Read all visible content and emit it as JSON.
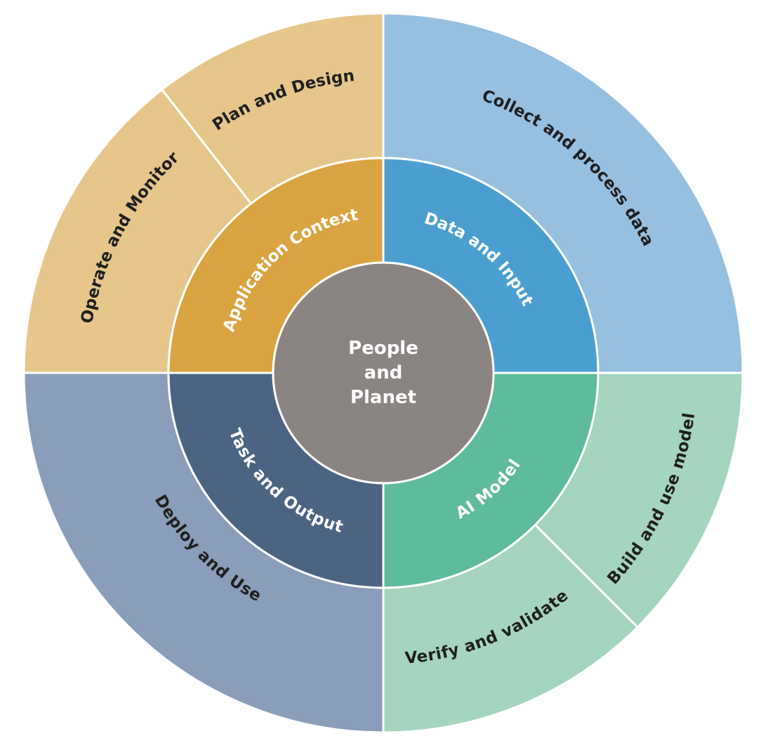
{
  "center": {
    "lines": [
      "People",
      "and",
      "Planet"
    ],
    "fill": "#8a8582",
    "text_color": "#ffffff"
  },
  "inner_ring": [
    {
      "label": "Application Context",
      "fill": "#d9a441",
      "text_color": "#ffffff"
    },
    {
      "label": "Data and Input",
      "fill": "#4b9fd0",
      "text_color": "#ffffff"
    },
    {
      "label": "AI Model",
      "fill": "#5fbb9d",
      "text_color": "#ffffff"
    },
    {
      "label": "Task and Output",
      "fill": "#4b6482",
      "text_color": "#ffffff"
    }
  ],
  "outer_ring": [
    {
      "label": "Operate and Monitor",
      "fill": "#e6c68b",
      "text_color": "#1f1f1f"
    },
    {
      "label": "Plan and Design",
      "fill": "#e6c68b",
      "text_color": "#1f1f1f"
    },
    {
      "label": "Collect and process data",
      "fill": "#97bfe0",
      "text_color": "#1f1f1f"
    },
    {
      "label": "Build and use model",
      "fill": "#a5d4bf",
      "text_color": "#1f1f1f"
    },
    {
      "label": "Verify and validate",
      "fill": "#a5d4bf",
      "text_color": "#1f1f1f"
    },
    {
      "label": "Deploy and Use",
      "fill": "#8a9dba",
      "text_color": "#1f1f1f"
    }
  ],
  "divider_color": "#ffffff"
}
